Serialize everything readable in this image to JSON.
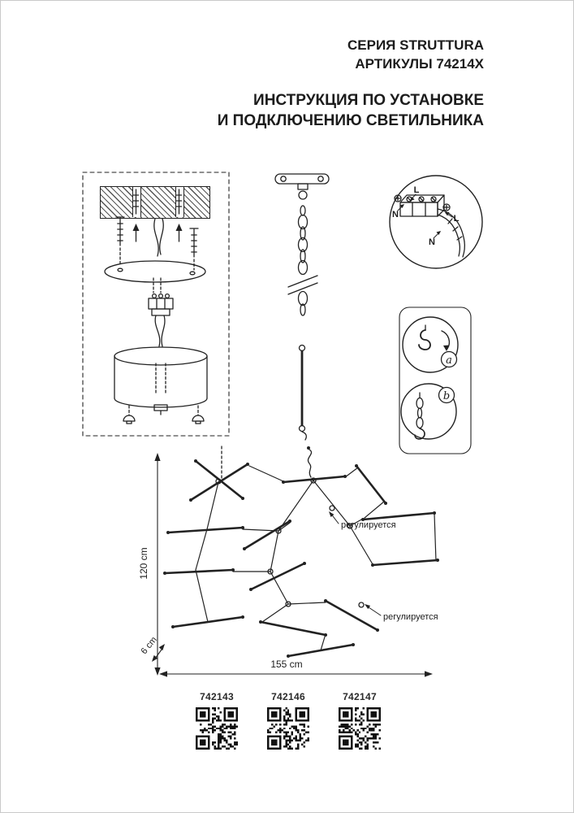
{
  "header": {
    "series": "СЕРИЯ STRUTTURA",
    "articles": "АРТИКУЛЫ 74214X",
    "instruction_line1": "ИНСТРУКЦИЯ ПО УСТАНОВКЕ",
    "instruction_line2": "И ПОДКЛЮЧЕНИЮ СВЕТИЛЬНИКА"
  },
  "wiring_diagram": {
    "label_l_top": "L",
    "label_n_left": "N",
    "label_l_right": "L",
    "label_n_bottom": "N"
  },
  "mounting_options": {
    "option_a": "a",
    "option_b": "b"
  },
  "dimensions": {
    "height": "120 cm",
    "width": "155 cm",
    "depth": "6 cm"
  },
  "labels": {
    "adjustable": "регулируется"
  },
  "qr": {
    "codes": [
      "742143",
      "742146",
      "742147"
    ]
  },
  "colors": {
    "line": "#222222",
    "text": "#1c1c1c"
  }
}
